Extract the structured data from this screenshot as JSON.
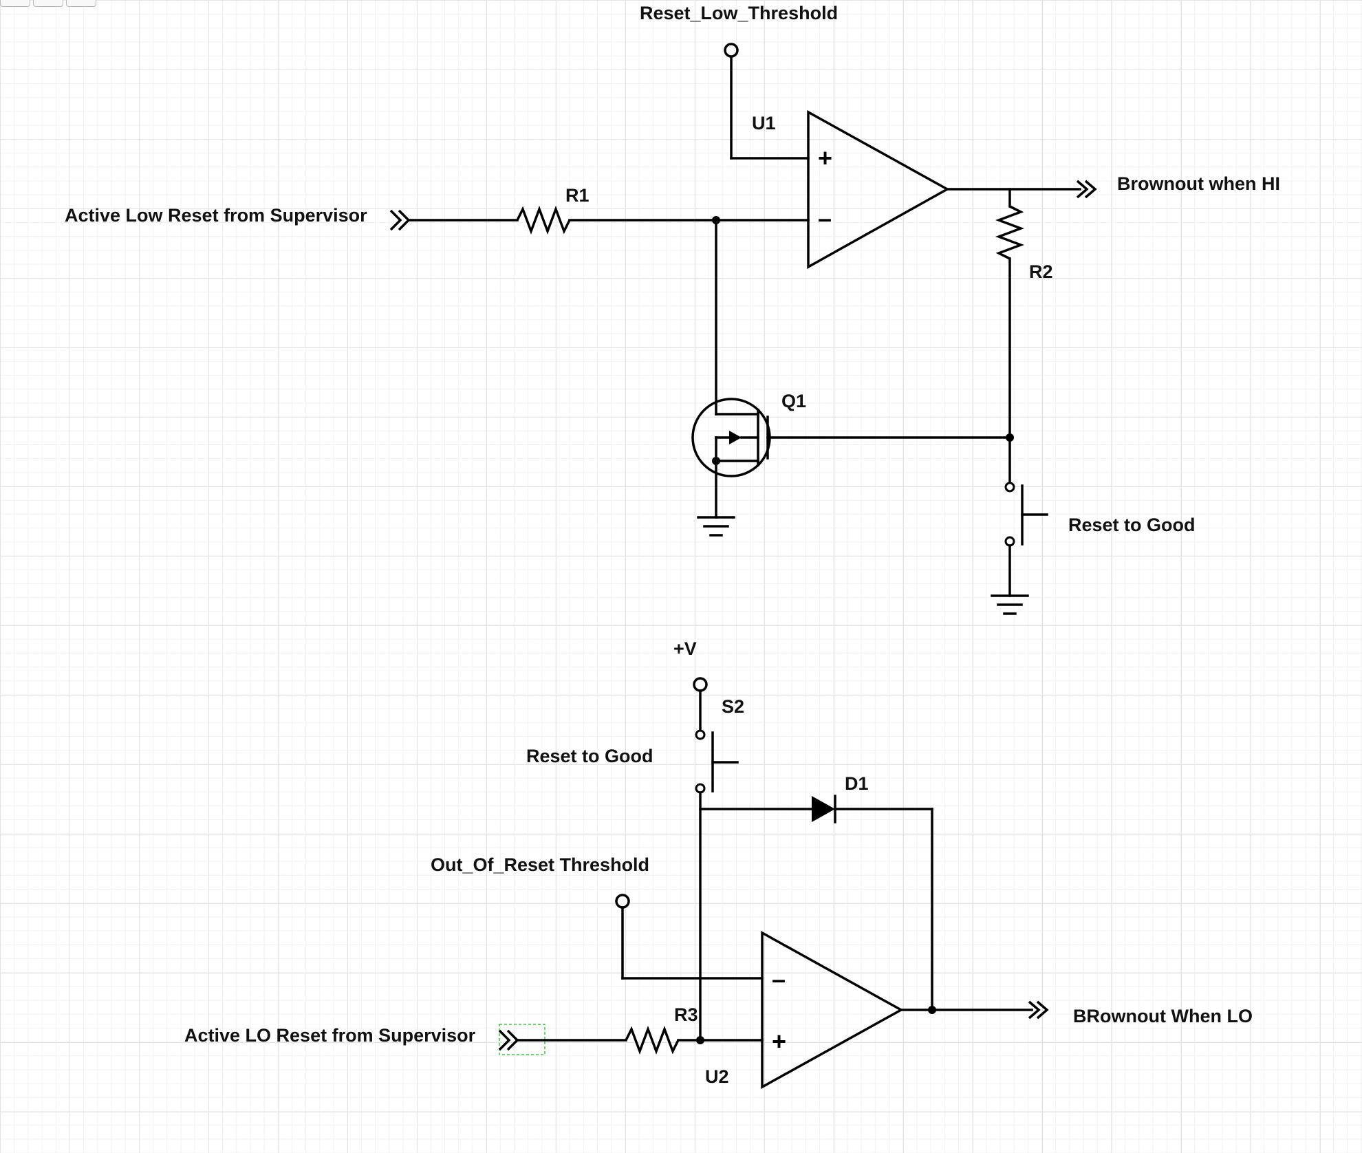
{
  "toolbar": {
    "buttons": [
      "zoom-in-icon",
      "zoom-out-icon",
      "zoom-reset-icon"
    ]
  },
  "top_circuit": {
    "threshold_label": "Reset_Low_Threshold",
    "opamp_label": "U1",
    "opamp_plus": "+",
    "opamp_minus": "–",
    "input_label": "Active Low Reset from Supervisor",
    "resistor1_label": "R1",
    "resistor2_label": "R2",
    "output_label": "Brownout when HI",
    "transistor_label": "Q1",
    "button_label": "Reset to Good"
  },
  "bottom_circuit": {
    "supply_label": "+V",
    "switch_label": "S2",
    "button_label": "Reset to Good",
    "diode_label": "D1",
    "threshold_label": "Out_Of_Reset Threshold",
    "opamp_label": "U2",
    "opamp_plus": "+",
    "opamp_minus": "–",
    "resistor_label": "R3",
    "input_label": "Active LO Reset from Supervisor",
    "output_label": "BRownout When LO"
  },
  "colors": {
    "wire": "#000000",
    "grid_major": "#e4e4e4",
    "grid_minor": "#f1f1f1",
    "selection": "#33cc33"
  }
}
